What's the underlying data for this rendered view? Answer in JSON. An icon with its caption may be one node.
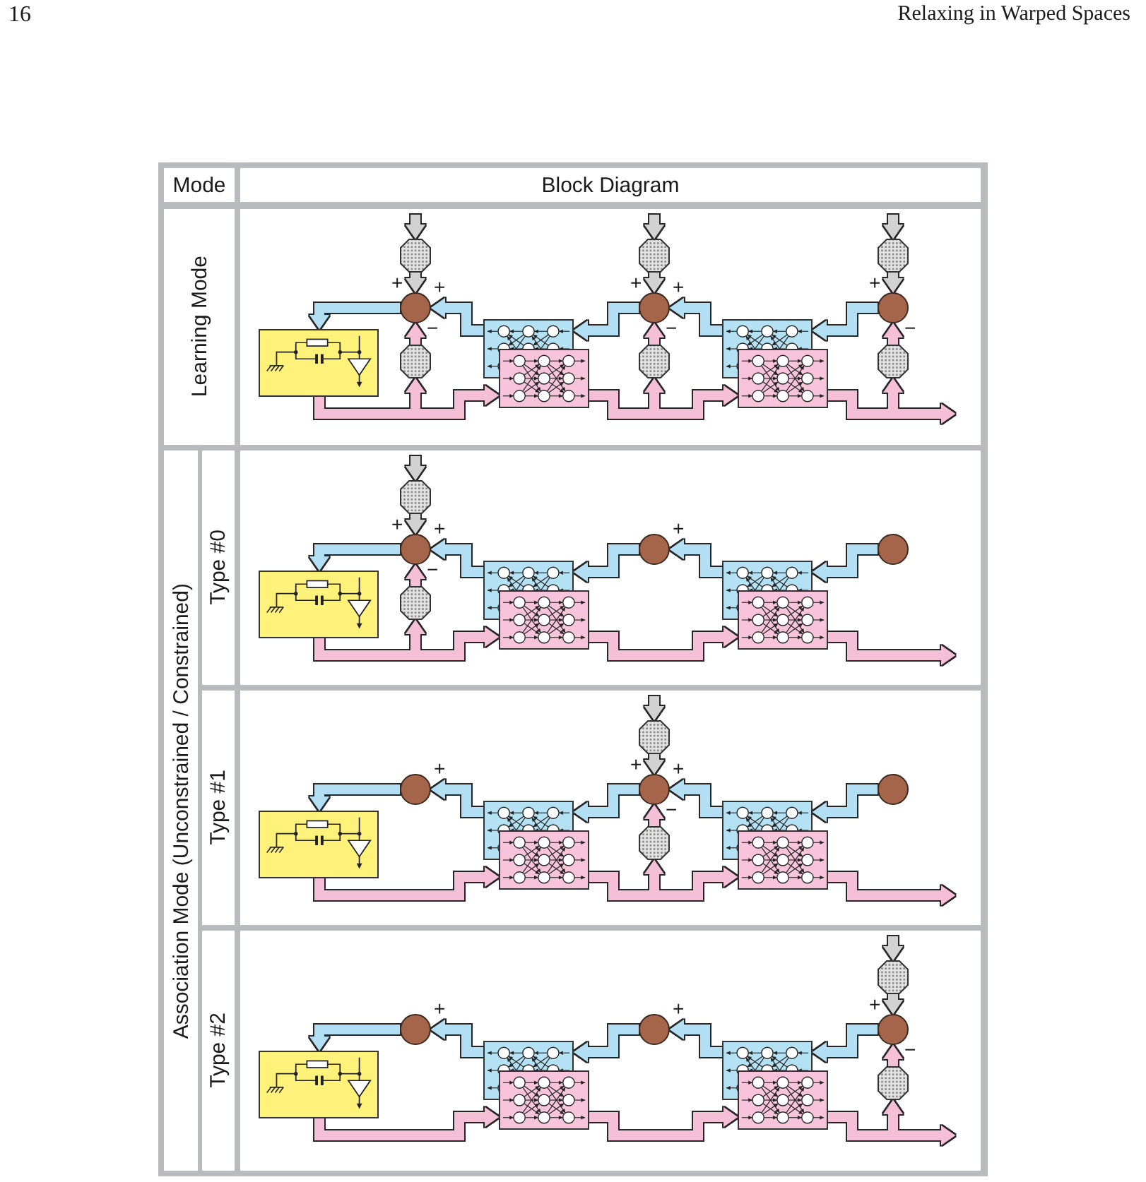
{
  "diagram": {
    "nodes": [
      {
        "text": [],
        "shape": "picture"
      },
      {
        "text": [],
        "shape": "octagon"
      },
      {
        "text": [],
        "shape": "circle"
      },
      {
        "text": [],
        "shape": "octagon"
      },
      {
        "text": [],
        "shape": "picture"
      },
      {
        "text": [],
        "shape": "picture"
      },
      {
        "text": [],
        "shape": "octagon"
      },
      {
        "text": [],
        "shape": "circle"
      },
      {
        "text": [],
        "shape": "octagon"
      },
      {
        "text": [],
        "shape": "picture"
      },
      {
        "text": [],
        "shape": "picture"
      },
      {
        "text": [],
        "shape": "octagon"
      },
      {
        "text": [],
        "shape": "circle"
      },
      {
        "text": [],
        "shape": "octagon"
      },
      {
        "text": [],
        "shape": "picture"
      },
      {
        "text": [],
        "shape": "octagon"
      },
      {
        "text": [],
        "shape": "circle"
      },
      {
        "text": [],
        "shape": "octagon"
      },
      {
        "text": [],
        "shape": "picture"
      },
      {
        "text": [],
        "shape": "picture"
      },
      {
        "text": [],
        "shape": "circle"
      },
      {
        "text": [],
        "shape": "picture"
      },
      {
        "text": [],
        "shape": "picture"
      },
      {
        "text": [],
        "shape": "circle"
      },
      {
        "text": [],
        "shape": "picture"
      },
      {
        "text": [],
        "shape": "circle"
      },
      {
        "text": [],
        "shape": "picture"
      },
      {
        "text": [],
        "shape": "picture"
      },
      {
        "text": [],
        "shape": "octagon"
      },
      {
        "text": [],
        "shape": "circle"
      },
      {
        "text": [],
        "shape": "octagon"
      },
      {
        "text": [],
        "shape": "picture"
      },
      {
        "text": [],
        "shape": "picture"
      },
      {
        "text": [],
        "shape": "circle"
      },
      {
        "text": [],
        "shape": "picture"
      },
      {
        "text": [],
        "shape": "circle"
      },
      {
        "text": [],
        "shape": "picture"
      },
      {
        "text": [],
        "shape": "picture"
      },
      {
        "text": [],
        "shape": "circle"
      },
      {
        "text": [],
        "shape": "picture"
      },
      {
        "text": [],
        "shape": "picture"
      },
      {
        "text": [],
        "shape": "octagon"
      },
      {
        "text": [],
        "shape": "circle"
      },
      {
        "text": [],
        "shape": "octagon"
      }
    ],
    "edges": [
      {
        "from": null,
        "to": 1,
        "arrow": "to",
        "color": "#d2d2d2"
      },
      {
        "from": 1,
        "to": 2,
        "arrow": "to",
        "label": "+",
        "color": "#d2d2d2"
      },
      {
        "from": null,
        "to": 6,
        "arrow": "to",
        "color": "#d2d2d2"
      },
      {
        "from": 6,
        "to": 7,
        "arrow": "to",
        "label": "+",
        "color": "#d2d2d2"
      },
      {
        "from": null,
        "to": 11,
        "arrow": "to",
        "color": "#d2d2d2"
      },
      {
        "from": 11,
        "to": 12,
        "arrow": "to",
        "label": "+",
        "color": "#d2d2d2"
      },
      {
        "from": 0,
        "to": 3,
        "arrow": "to"
      },
      {
        "from": 0,
        "to": 5,
        "arrow": "to"
      },
      {
        "from": 3,
        "to": 2,
        "arrow": "to",
        "label": "−"
      },
      {
        "from": 5,
        "to": 8,
        "arrow": "to"
      },
      {
        "from": 5,
        "to": 10,
        "arrow": "to"
      },
      {
        "from": 8,
        "to": 7,
        "arrow": "to",
        "label": "−"
      },
      {
        "from": 10,
        "to": 13,
        "arrow": "to"
      },
      {
        "from": 10,
        "to": null,
        "arrow": "to"
      },
      {
        "from": 13,
        "to": 12,
        "arrow": "to",
        "label": "−"
      },
      {
        "from": 12,
        "to": 9,
        "arrow": "to",
        "color": "#b2dff3"
      },
      {
        "from": 9,
        "to": 7,
        "arrow": "to",
        "label": "+",
        "color": "#b2dff3"
      },
      {
        "from": 7,
        "to": 4,
        "arrow": "to",
        "color": "#b2dff3"
      },
      {
        "from": 4,
        "to": 2,
        "arrow": "to",
        "label": "+",
        "color": "#b2dff3"
      },
      {
        "from": 2,
        "to": 0,
        "arrow": "to",
        "color": "#b2dff3"
      },
      {
        "from": null,
        "to": 15,
        "arrow": "to",
        "color": "#d2d2d2"
      },
      {
        "from": 15,
        "to": 16,
        "arrow": "to",
        "label": "+",
        "color": "#d2d2d2"
      },
      {
        "from": 14,
        "to": 17,
        "arrow": "to"
      },
      {
        "from": 14,
        "to": 19,
        "arrow": "to"
      },
      {
        "from": 17,
        "to": 16,
        "arrow": "to",
        "label": "−"
      },
      {
        "from": 19,
        "to": 22,
        "arrow": "to"
      },
      {
        "from": 22,
        "to": null,
        "arrow": "to"
      },
      {
        "from": 23,
        "to": 21,
        "arrow": "to",
        "color": "#b2dff3"
      },
      {
        "from": 21,
        "to": 20,
        "arrow": "to",
        "label": "+",
        "color": "#b2dff3"
      },
      {
        "from": 20,
        "to": 18,
        "arrow": "to",
        "color": "#b2dff3"
      },
      {
        "from": 18,
        "to": 16,
        "arrow": "to",
        "label": "+",
        "color": "#b2dff3"
      },
      {
        "from": 16,
        "to": 14,
        "arrow": "to",
        "color": "#b2dff3"
      },
      {
        "from": null,
        "to": 28,
        "arrow": "to",
        "color": "#d2d2d2"
      },
      {
        "from": 28,
        "to": 29,
        "arrow": "to",
        "label": "+",
        "color": "#d2d2d2"
      },
      {
        "from": 24,
        "to": 27,
        "arrow": "to"
      },
      {
        "from": 27,
        "to": 30,
        "arrow": "to"
      },
      {
        "from": 27,
        "to": 32,
        "arrow": "to"
      },
      {
        "from": 30,
        "to": 29,
        "arrow": "to",
        "label": "−"
      },
      {
        "from": 32,
        "to": null,
        "arrow": "to"
      },
      {
        "from": 33,
        "to": 31,
        "arrow": "to",
        "color": "#b2dff3"
      },
      {
        "from": 31,
        "to": 29,
        "arrow": "to",
        "label": "+",
        "color": "#b2dff3"
      },
      {
        "from": 29,
        "to": 26,
        "arrow": "to",
        "color": "#b2dff3"
      },
      {
        "from": 26,
        "to": 25,
        "arrow": "to",
        "label": "+",
        "color": "#b2dff3"
      },
      {
        "from": 25,
        "to": 24,
        "arrow": "to",
        "color": "#b2dff3"
      },
      {
        "from": null,
        "to": 41,
        "arrow": "to",
        "color": "#d2d2d2"
      },
      {
        "from": 41,
        "to": 42,
        "arrow": "to",
        "label": "+",
        "color": "#d2d2d2"
      },
      {
        "from": 34,
        "to": 37,
        "arrow": "to"
      },
      {
        "from": 37,
        "to": 40,
        "arrow": "to"
      },
      {
        "from": 40,
        "to": 43,
        "arrow": "to"
      },
      {
        "from": 40,
        "to": null,
        "arrow": "to"
      },
      {
        "from": 43,
        "to": 42,
        "arrow": "to",
        "label": "−"
      },
      {
        "from": 42,
        "to": 39,
        "arrow": "to",
        "color": "#b2dff3"
      },
      {
        "from": 39,
        "to": 38,
        "arrow": "to",
        "label": "+",
        "color": "#b2dff3"
      },
      {
        "from": 38,
        "to": 36,
        "arrow": "to",
        "color": "#b2dff3"
      },
      {
        "from": 36,
        "to": 35,
        "arrow": "to",
        "label": "+",
        "color": "#b2dff3"
      },
      {
        "from": 35,
        "to": 34,
        "arrow": "to",
        "color": "#b2dff3"
      }
    ],
    "labels": [
      "16",
      "Relaxing in Warped Spaces",
      "Mode",
      "Block Diagram",
      "Learning Mode",
      "Association Mode (Unconstrained / Constrained)",
      "Type #0",
      "Type #1",
      "Type #2"
    ]
  }
}
